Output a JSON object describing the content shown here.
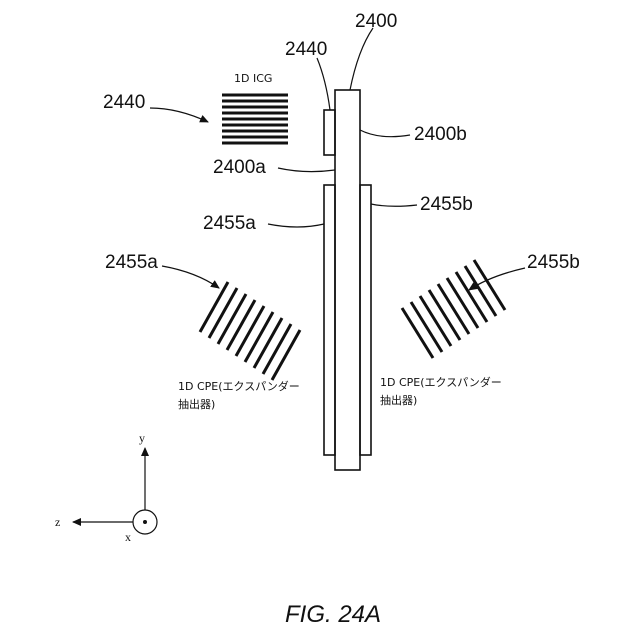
{
  "labels": {
    "ref_2400": "2400",
    "ref_2440_top": "2440",
    "ref_2440_left": "2440",
    "ref_2400b": "2400b",
    "ref_2400a": "2400a",
    "ref_2455b_mid": "2455b",
    "ref_2455a_mid": "2455a",
    "ref_2455a_left": "2455a",
    "ref_2455b_right": "2455b"
  },
  "grating_labels": {
    "icg": "1D ICG",
    "cpe_left_line1": "1D CPE(エクスパンダー",
    "cpe_left_line2": "抽出器)",
    "cpe_right_line1": "1D CPE(エクスパンダー",
    "cpe_right_line2": "抽出器)"
  },
  "axes": {
    "y": "y",
    "z": "z",
    "x": "x"
  },
  "caption": "FIG. 24A"
}
